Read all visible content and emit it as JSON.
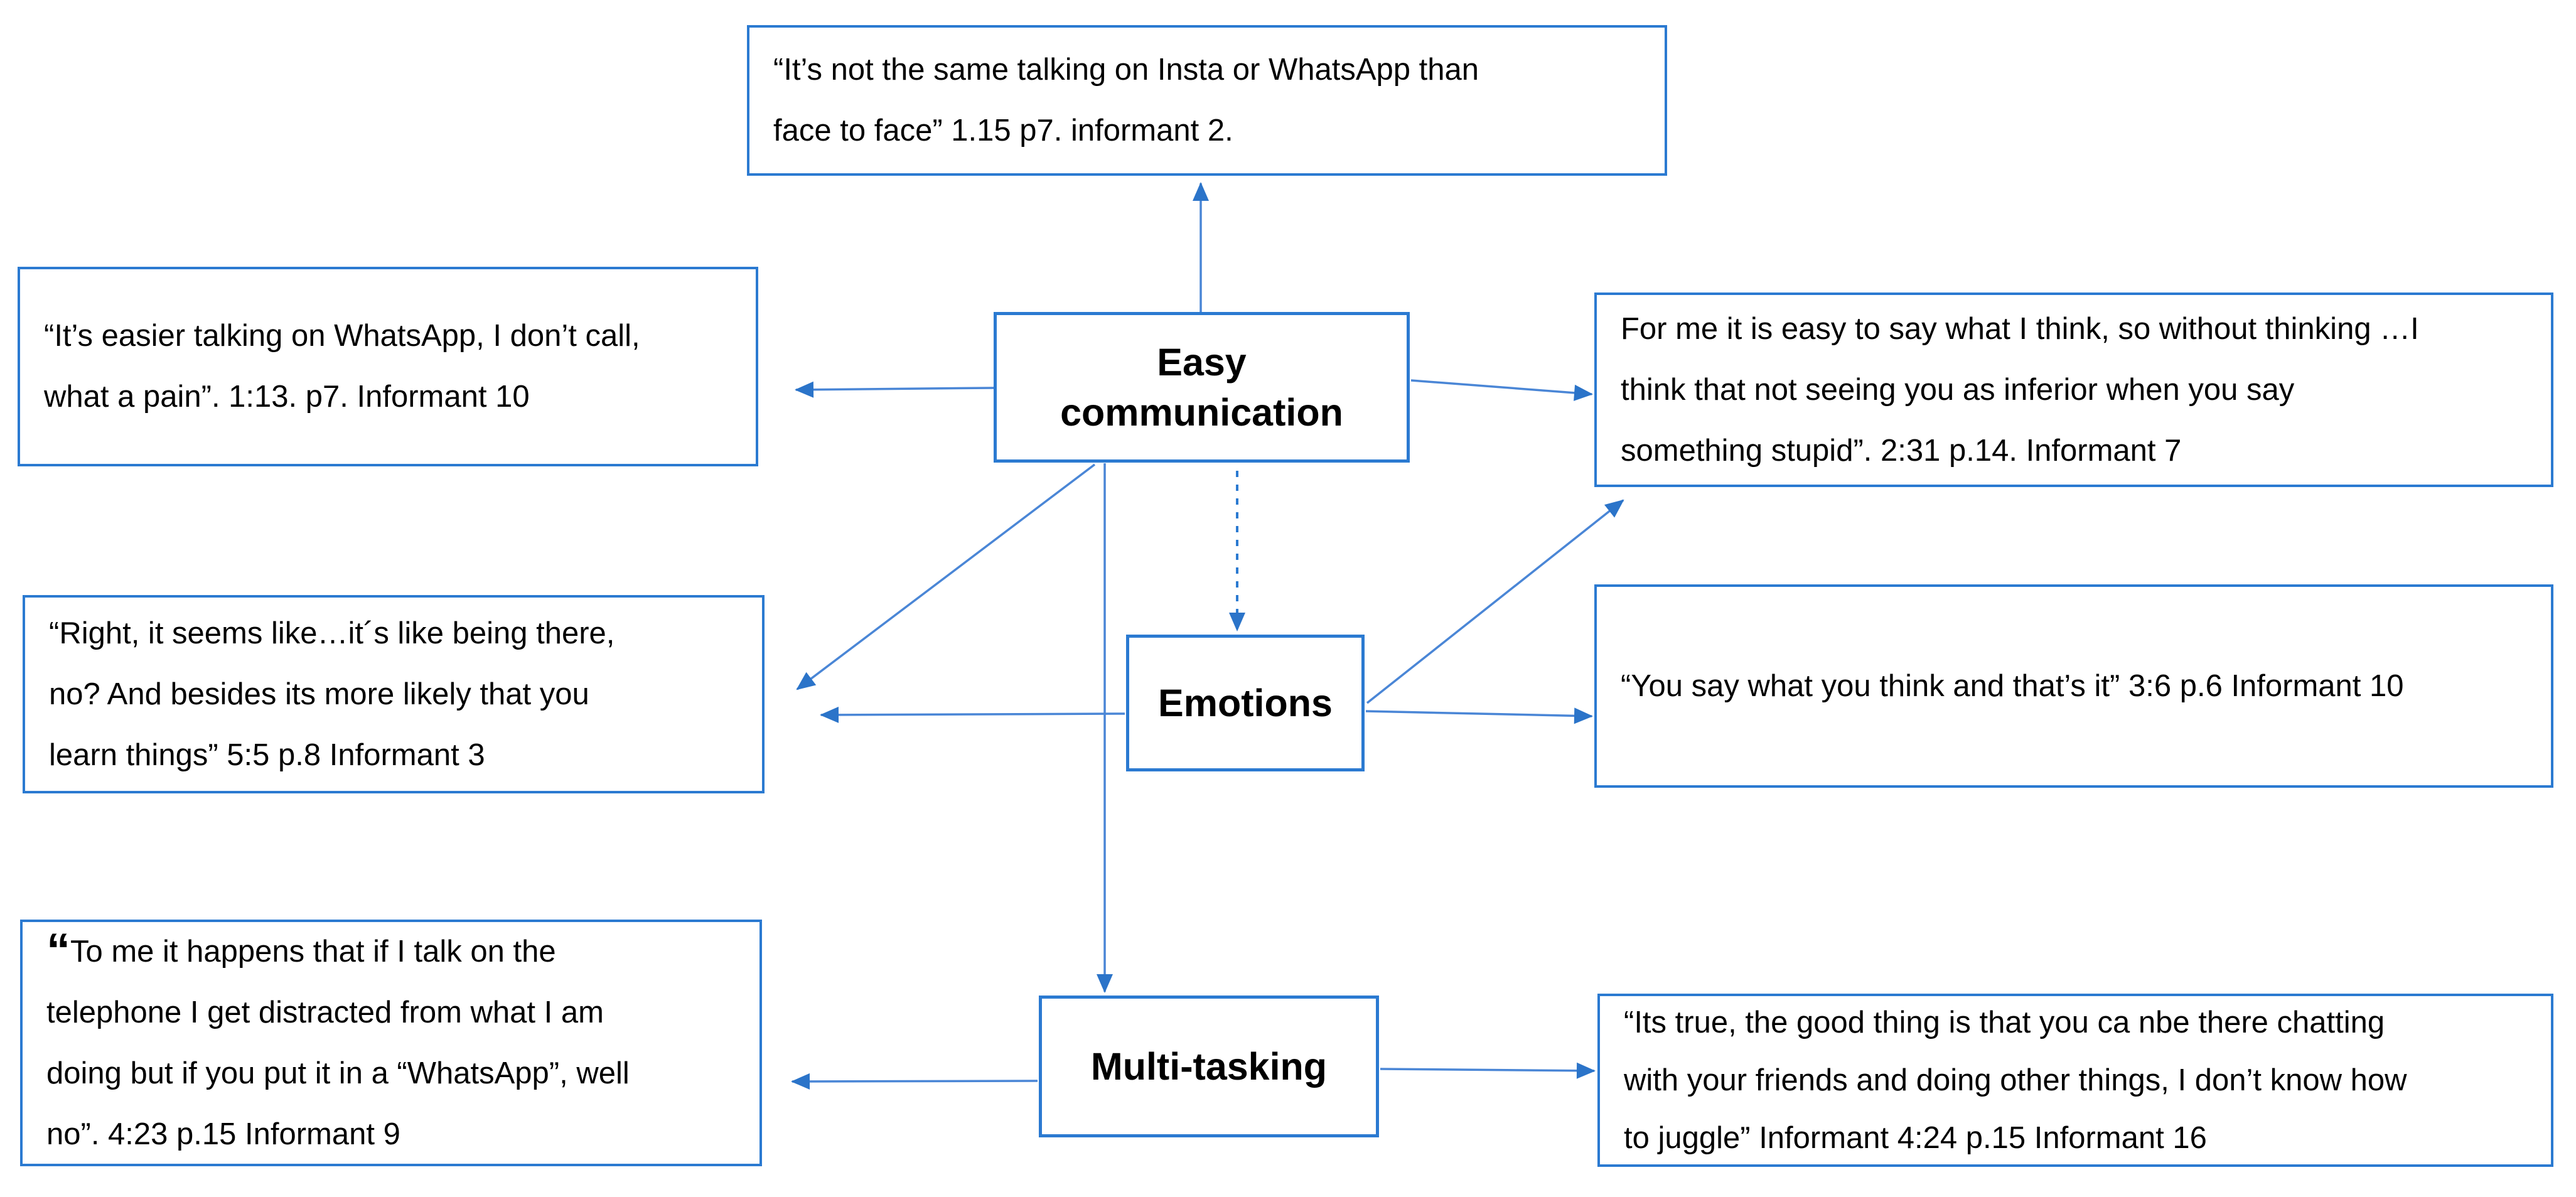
{
  "colors": {
    "box_border": "#2b7ad1",
    "connector_line": "#4a86d6",
    "arrowhead": "#2b74c9",
    "text": "#000000",
    "background": "#ffffff"
  },
  "themes": {
    "easy_communication": {
      "label": "Easy\ncommunication"
    },
    "emotions": {
      "label": "Emotions"
    },
    "multi_tasking": {
      "label": "Multi-tasking"
    }
  },
  "quotes": {
    "top": {
      "text": "“It’s not the same talking on Insta or WhatsApp  than\nface to face” 1.15 p7. informant 2."
    },
    "left_top": {
      "text": "“It’s easier talking on WhatsApp, I don’t call,\nwhat a pain”. 1:13. p7. Informant 10"
    },
    "right_top": {
      "text": "For me it is easy to say what I think, so without thinking …I\nthink that not seeing you as inferior when you say\nsomething stupid”. 2:31 p.14. Informant 7"
    },
    "left_middle": {
      "text": "“Right, it seems like…it´s like being there,\nno? And besides its more likely that you\nlearn things” 5:5 p.8 Informant 3"
    },
    "right_middle": {
      "text": "“You say what you think and that’s it” 3:6 p.6 Informant 10"
    },
    "left_bottom": {
      "lead_quote": "“",
      "text": "To me it happens that if I talk on the\ntelephone I get distracted from what I am\ndoing but if you put it in a “WhatsApp”, well\nno”. 4:23 p.15 Informant 9"
    },
    "right_bottom": {
      "text": "“Its true, the good thing is that you ca nbe there chatting\nwith your friends and doing other things, I don’t know how\nto juggle” Informant 4:24 p.15 Informant 16"
    }
  },
  "connections": [
    {
      "from": "Easy communication",
      "to": "top quote",
      "style": "solid"
    },
    {
      "from": "Easy communication",
      "to": "left top quote",
      "style": "solid"
    },
    {
      "from": "Easy communication",
      "to": "right top quote",
      "style": "solid"
    },
    {
      "from": "Easy communication",
      "to": "left middle quote",
      "style": "solid"
    },
    {
      "from": "Easy communication",
      "to": "Emotions",
      "style": "dashed"
    },
    {
      "from": "Easy communication",
      "to": "Multi-tasking",
      "style": "solid"
    },
    {
      "from": "Emotions",
      "to": "left middle quote",
      "style": "solid"
    },
    {
      "from": "Emotions",
      "to": "right middle quote",
      "style": "solid"
    },
    {
      "from": "Emotions",
      "to": "right top quote",
      "style": "solid"
    },
    {
      "from": "Multi-tasking",
      "to": "left bottom quote",
      "style": "solid"
    },
    {
      "from": "Multi-tasking",
      "to": "right bottom quote",
      "style": "solid"
    }
  ]
}
